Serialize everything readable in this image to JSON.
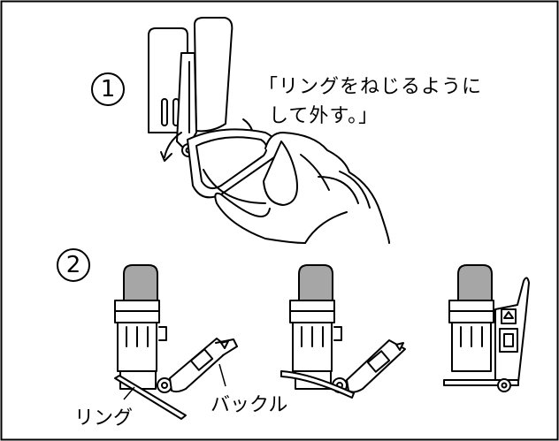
{
  "frame": {
    "stroke_color": "#000000",
    "background": "#ffffff"
  },
  "steps": [
    {
      "number": "1",
      "instruction_line1": "「リングをねじるように",
      "instruction_line2": "して外す。」"
    },
    {
      "number": "2"
    }
  ],
  "callouts": {
    "ring": "リング",
    "buckle": "バックル"
  },
  "colors": {
    "cap_fill": "#a6a6a6",
    "line": "#000000",
    "paper": "#ffffff"
  }
}
